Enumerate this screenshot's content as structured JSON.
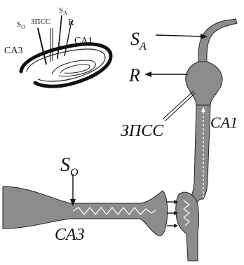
{
  "inset": {
    "labels": {
      "ca3": "CA3",
      "ca1": "CA1",
      "so": "S",
      "so_sub": "O",
      "zpss": "ЗПСС",
      "sa": "S",
      "sa_sub": "A",
      "r": "R"
    }
  },
  "main": {
    "labels": {
      "sa": "S",
      "sa_sub": "A",
      "r": "R",
      "zpss": "ЗПСС",
      "ca1": "CA1",
      "so": "S",
      "so_sub": "O",
      "ca3": "CA3"
    }
  },
  "colors": {
    "neuron_fill": "#8c8c8c",
    "outline": "#222222",
    "signal": "#ffffff",
    "slice_dark": "#111111"
  }
}
